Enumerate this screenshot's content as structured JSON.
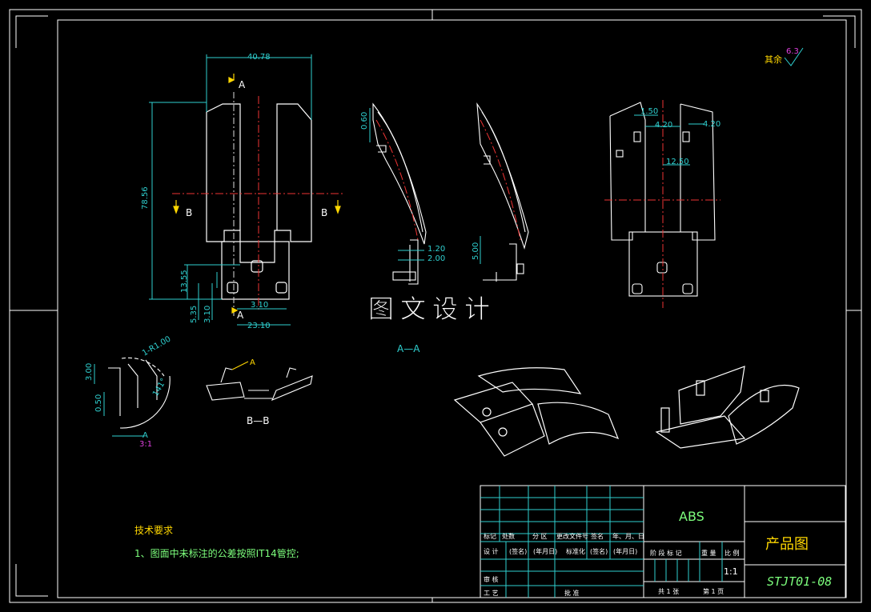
{
  "front_view": {
    "dim_width_top": "40.78",
    "dim_height_main": "78.56",
    "dim_13_55": "13.55",
    "dim_5_35": "5.35",
    "dim_3_10_v": "3.10",
    "dim_3_10_h": "3.10",
    "dim_23_10": "23.10",
    "section_a": "A",
    "section_b": "B"
  },
  "section_aa": {
    "label": "A—A",
    "dim_0_60": "0.60",
    "dim_1_20": "1.20",
    "dim_2_00": "2.00"
  },
  "side_view": {
    "dim_5_00": "5.00"
  },
  "back_view": {
    "dim_1_50": "1.50",
    "dim_4_20": "4.20",
    "dim_12_50": "12.50"
  },
  "detail_a": {
    "dim_3_00": "3.00",
    "dim_0_50": "0.50",
    "dim_r1_00": "1-R1.00",
    "dim_141": "141°",
    "letter": "A",
    "scale": "3:1"
  },
  "section_bb": {
    "label": "B—B",
    "callout": "A"
  },
  "roughness": {
    "prefix": "其余",
    "value": "6.3"
  },
  "tech_requirements": {
    "title": "技术要求",
    "item_1": "1、图面中未标注的公差按照IT14管控;"
  },
  "watermark": "图文设计",
  "title_block": {
    "hdr_mark": "标记",
    "hdr_count": "处数",
    "hdr_zone": "分 区",
    "hdr_doc": "更改文件号",
    "hdr_sign": "签名",
    "hdr_date": "年、月、日",
    "row_design": "设 计",
    "row_standard": "标准化",
    "placeholder_sign": "(签名)",
    "placeholder_date": "(年月日)",
    "row_review": "审 核",
    "row_process": "工 艺",
    "row_approve": "批 准",
    "stage_mark": "阶 段 标 记",
    "weight": "重 量",
    "scale_label": "比 例",
    "scale_value": "1:1",
    "sheets_total": "共 1 张",
    "sheet_no": "第 1 页",
    "material": "ABS",
    "drawing_title": "产品图",
    "drawing_number": "STJT01-08"
  }
}
